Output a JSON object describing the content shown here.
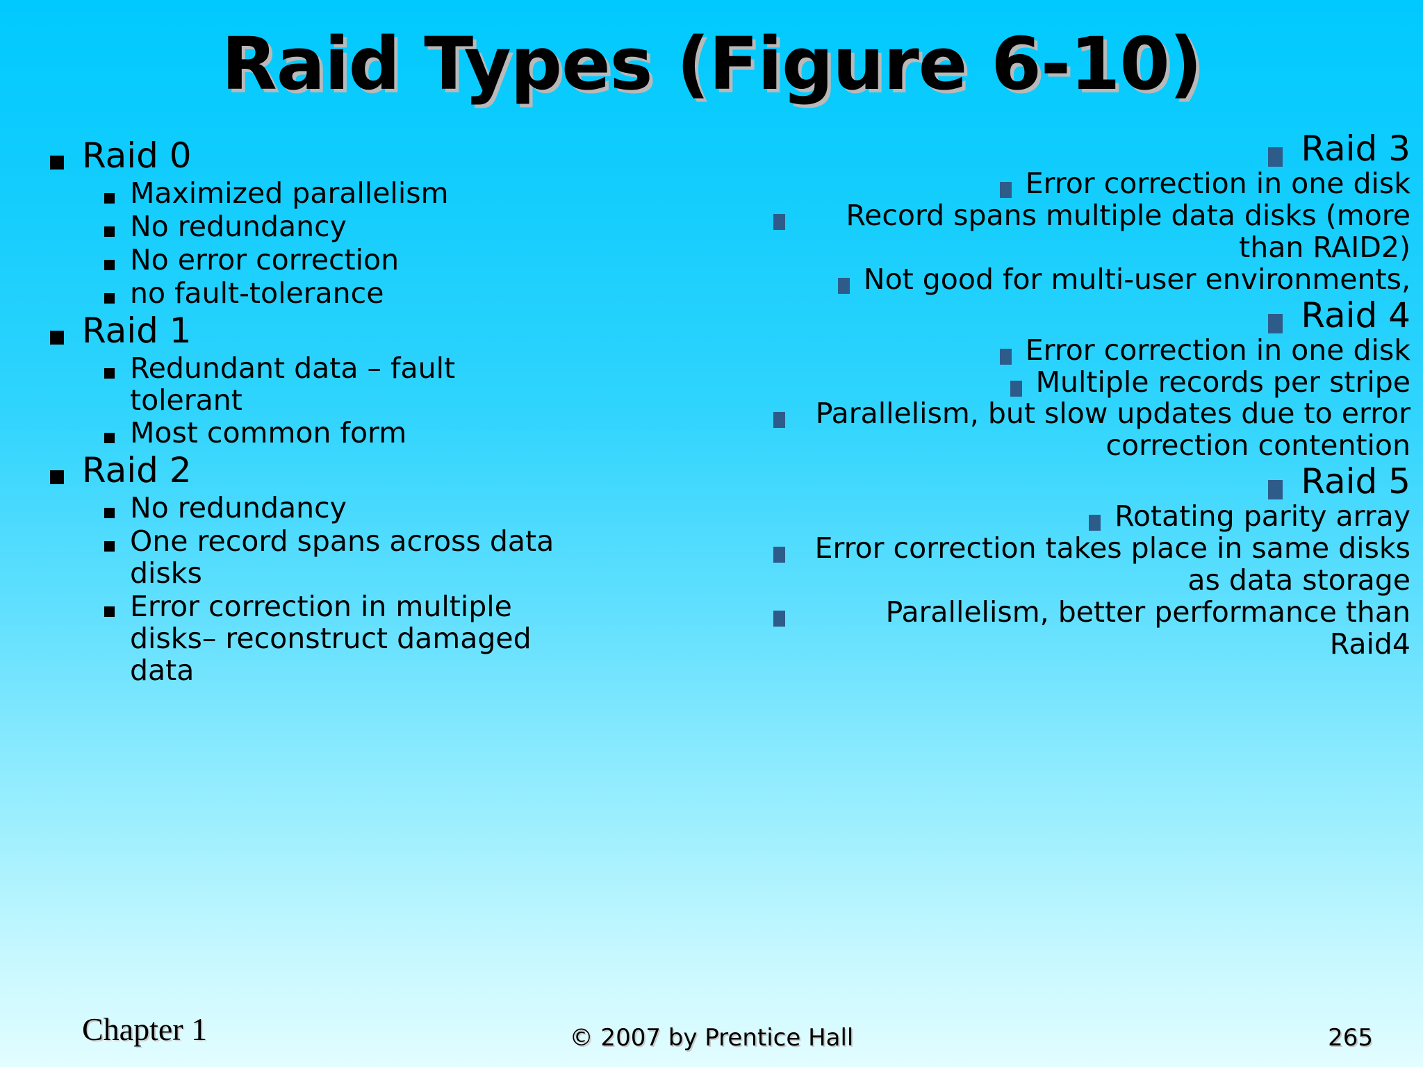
{
  "slide": {
    "title": "Raid Types (Figure 6-10)",
    "background_top_color": "#00c9ff",
    "background_bottom_color": "#e2fdff",
    "title_color": "#000000",
    "title_shadow_color": "#b9b9b9",
    "left_bullet_color": "#000000",
    "right_bullet_color": "#2e5c8a"
  },
  "left_column": {
    "groups": [
      {
        "heading": "Raid 0",
        "items": [
          "Maximized parallelism",
          "No redundancy",
          "No error correction",
          "no fault-tolerance"
        ]
      },
      {
        "heading": "Raid 1",
        "items": [
          "Redundant data – fault tolerant",
          "Most common form"
        ]
      },
      {
        "heading": "Raid 2",
        "items": [
          "No redundancy",
          "One record spans across data disks",
          "Error correction in multiple disks– reconstruct damaged data"
        ]
      }
    ]
  },
  "right_column": {
    "groups": [
      {
        "heading": "Raid 3",
        "items": [
          "Error correction in one disk",
          "Record spans multiple data disks (more than RAID2)",
          "Not good for multi-user environments,"
        ]
      },
      {
        "heading": "Raid 4",
        "items": [
          "Error correction in one disk",
          "Multiple records per stripe",
          "Parallelism, but slow updates due to error correction contention"
        ]
      },
      {
        "heading": "Raid 5",
        "items": [
          "Rotating parity array",
          "Error correction takes place in same disks as data storage",
          "Parallelism, better performance than Raid4"
        ]
      }
    ]
  },
  "footer": {
    "chapter": "Chapter 1",
    "copyright": "© 2007 by Prentice Hall",
    "page_number": "265"
  }
}
